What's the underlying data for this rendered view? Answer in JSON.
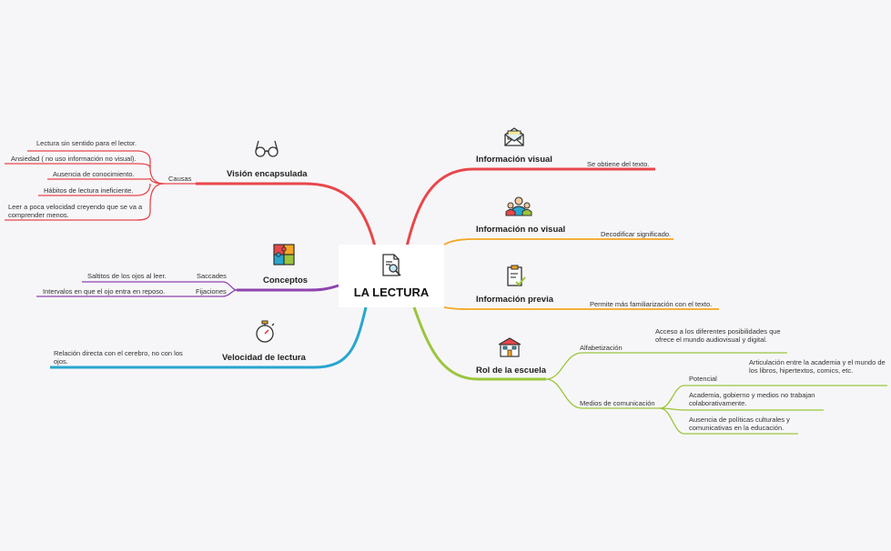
{
  "center": {
    "title": "LA LECTURA",
    "icon": "document-search-icon"
  },
  "colors": {
    "red": "#e8474b",
    "purple": "#8e44ad",
    "blue": "#29a6cf",
    "orange": "#f5a623",
    "green": "#9bc53d",
    "background": "#f6f6f8"
  },
  "left": {
    "vision": {
      "title": "Visión encapsulada",
      "icon": "glasses-icon",
      "causes_label": "Causas",
      "causes": [
        "Lectura sin sentido para el lector.",
        "Ansiedad ( no uso información no visual).",
        "Ausencia de conocimiento.",
        "Hábitos de lectura ineficiente.",
        "Leer a poca velocidad creyendo que se va a comprender menos."
      ]
    },
    "concepts": {
      "title": "Conceptos",
      "icon": "puzzle-icon",
      "items": [
        {
          "label": "Saccades",
          "desc": "Saltitos de los ojos al leer."
        },
        {
          "label": "Fijaciones",
          "desc": "Intervalos en que el ojo entra en reposo."
        }
      ]
    },
    "speed": {
      "title": "Velocidad de lectura",
      "icon": "stopwatch-icon",
      "desc": "Relación directa con el cerebro, no con los ojos."
    }
  },
  "right": {
    "visual": {
      "title": "Información visual",
      "icon": "envelope-icon",
      "desc": "Se obtiene del texto."
    },
    "nonvisual": {
      "title": "Información no visual",
      "icon": "people-icon",
      "desc": "Decodificar significado."
    },
    "prior": {
      "title": "Información previa",
      "icon": "checklist-icon",
      "desc": "Permite más familiarización con el texto."
    },
    "school": {
      "title": "Rol de la escuela",
      "icon": "school-icon",
      "literacy": {
        "label": "Alfabetización",
        "desc": "Acceso a los diferentes posibilidades que ofrece el mundo audiovisual y digital."
      },
      "media": {
        "label": "Medios de comunicación",
        "potential": {
          "label": "Potencial",
          "desc": "Articulación entre la academia y el mundo de los libros, hipertextos, comics, etc."
        },
        "items": [
          "Academia, gobierno y medios no trabajan colaborativamente.",
          "Ausencia de políticas culturales y comunicativas en la educación."
        ]
      }
    }
  }
}
